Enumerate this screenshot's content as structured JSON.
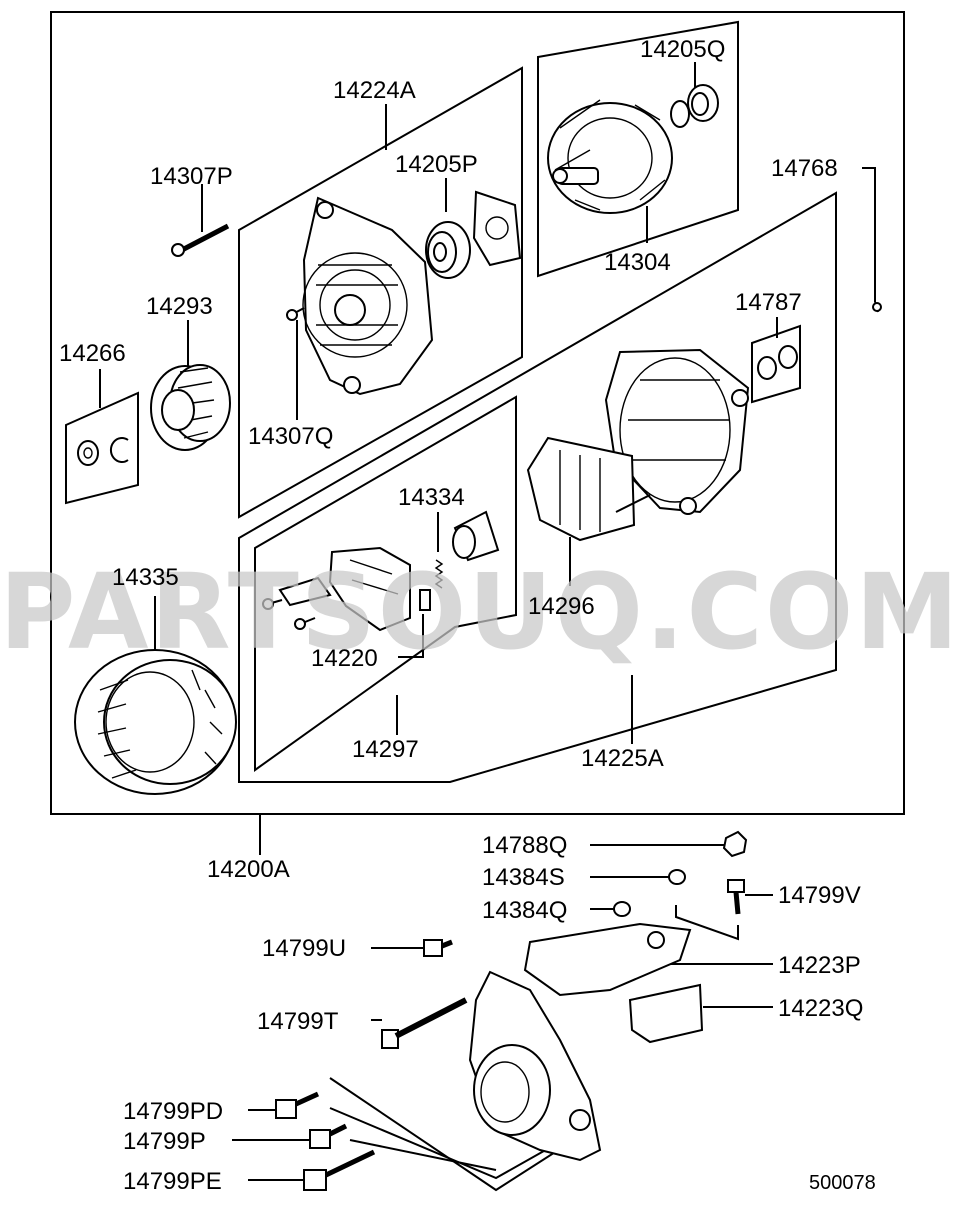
{
  "watermark": "PARTSOUQ.COM",
  "diagram_code": "500078",
  "part_labels": {
    "p14200A": "14200A",
    "p14224A": "14224A",
    "p14205P": "14205P",
    "p14205Q": "14205Q",
    "p14304": "14304",
    "p14768": "14768",
    "p14307P": "14307P",
    "p14307Q": "14307Q",
    "p14293": "14293",
    "p14266": "14266",
    "p14787": "14787",
    "p14334": "14334",
    "p14296": "14296",
    "p14335": "14335",
    "p14220": "14220",
    "p14297": "14297",
    "p14225A": "14225A",
    "p14788Q": "14788Q",
    "p14384S": "14384S",
    "p14384Q": "14384Q",
    "p14799V": "14799V",
    "p14799U": "14799U",
    "p14223P": "14223P",
    "p14799T": "14799T",
    "p14223Q": "14223Q",
    "p14799PD": "14799PD",
    "p14799P": "14799P",
    "p14799PE": "14799PE"
  }
}
